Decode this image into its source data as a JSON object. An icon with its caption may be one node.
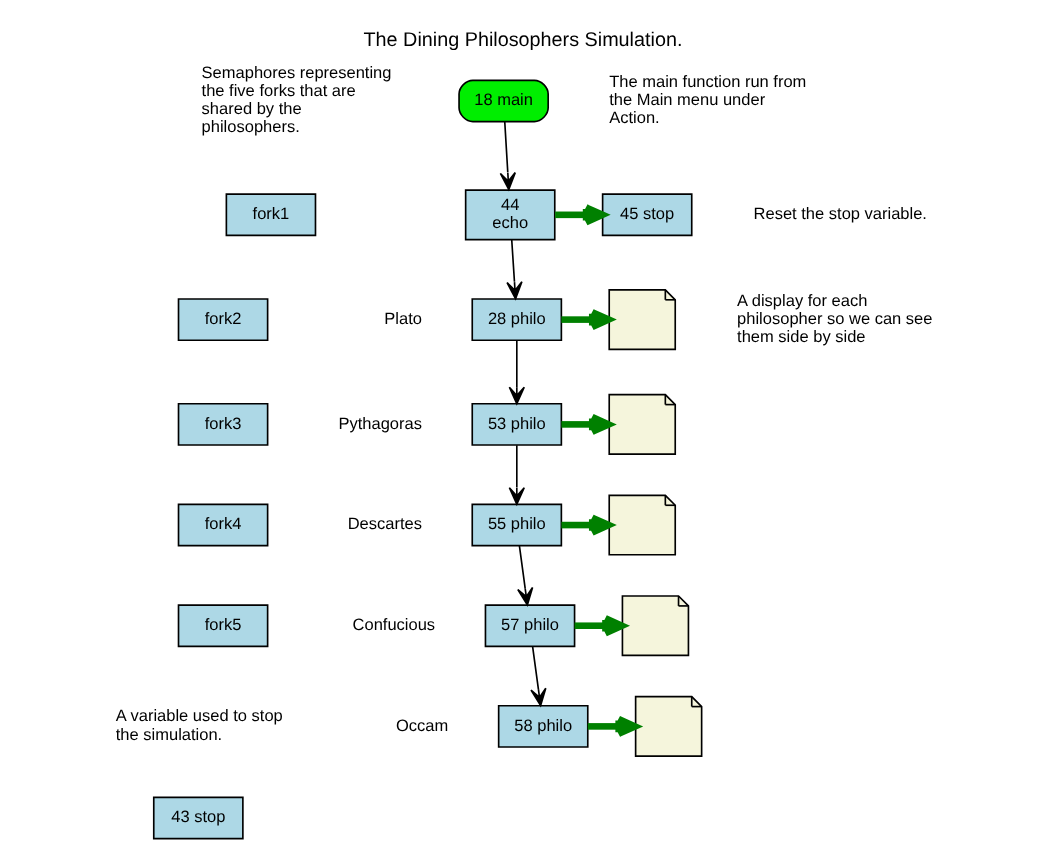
{
  "diagram": {
    "title": "The Dining Philosophers Simulation.",
    "nodes": [
      {
        "text": [
          "18 main"
        ]
      },
      {
        "text": [
          "44",
          "echo"
        ]
      },
      {
        "text": [
          "45 stop"
        ]
      },
      {
        "text": [
          "28 philo"
        ],
        "beside": [
          "Plato"
        ]
      },
      {
        "text": [],
        "shape": "document"
      },
      {
        "text": [
          "53 philo"
        ],
        "beside": [
          "Pythagoras"
        ]
      },
      {
        "text": [],
        "shape": "document"
      },
      {
        "text": [
          "55 philo"
        ],
        "beside": [
          "Descartes"
        ]
      },
      {
        "text": [],
        "shape": "document"
      },
      {
        "text": [
          "57 philo"
        ],
        "beside": [
          "Confucious"
        ]
      },
      {
        "text": [],
        "shape": "document"
      },
      {
        "text": [
          "58 philo"
        ],
        "beside": [
          "Occam"
        ]
      },
      {
        "text": [],
        "shape": "document"
      },
      {
        "text": [
          "fork1"
        ]
      },
      {
        "text": [
          "fork2"
        ]
      },
      {
        "text": [
          "fork3"
        ]
      },
      {
        "text": [
          "fork4"
        ]
      },
      {
        "text": [
          "fork5"
        ]
      },
      {
        "text": [
          "43 stop"
        ]
      }
    ],
    "edges": [
      {
        "from": 0,
        "to": 1,
        "arrow": "to"
      },
      {
        "from": 1,
        "to": 2,
        "arrow": "to",
        "style": "thick",
        "color": "#008000"
      },
      {
        "from": 1,
        "to": 3,
        "arrow": "to"
      },
      {
        "from": 3,
        "to": 4,
        "arrow": "to",
        "style": "thick",
        "color": "#008000"
      },
      {
        "from": 3,
        "to": 5,
        "arrow": "to"
      },
      {
        "from": 5,
        "to": 6,
        "arrow": "to",
        "style": "thick",
        "color": "#008000"
      },
      {
        "from": 5,
        "to": 7,
        "arrow": "to"
      },
      {
        "from": 7,
        "to": 8,
        "arrow": "to",
        "style": "thick",
        "color": "#008000"
      },
      {
        "from": 7,
        "to": 9,
        "arrow": "to"
      },
      {
        "from": 9,
        "to": 10,
        "arrow": "to",
        "style": "thick",
        "color": "#008000"
      },
      {
        "from": 9,
        "to": 11,
        "arrow": "to"
      },
      {
        "from": 11,
        "to": 12,
        "arrow": "to",
        "style": "thick",
        "color": "#008000"
      }
    ],
    "labels": [
      "The main function run from the Main menu under Action.",
      "Semaphores representing the five forks that are shared by the philosophers.",
      "Reset the stop variable.",
      "A display for each philosopher so we can see them side by side",
      "A variable used to stop the simulation."
    ]
  }
}
